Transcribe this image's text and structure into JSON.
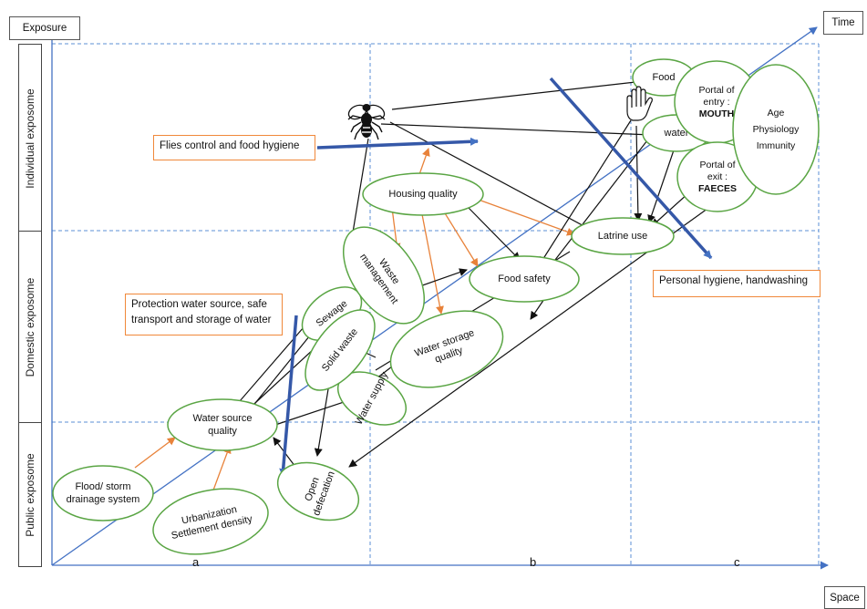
{
  "axes": {
    "y_title": "Exposure",
    "x_title": "Space",
    "z_title": "Time",
    "rows": [
      "Individual exposome",
      "Domestic exposome",
      "Public exposome"
    ],
    "columns": [
      "a",
      "b",
      "c"
    ]
  },
  "nodes": {
    "flood": [
      "Flood/ storm",
      "drainage system"
    ],
    "urban": [
      "Urbanization",
      "Settlement density"
    ],
    "water_source": [
      "Water source",
      "quality"
    ],
    "open_def": [
      "Open",
      "defecation"
    ],
    "water_supply": [
      "Water supply"
    ],
    "water_storage": [
      "Water storage",
      "quality"
    ],
    "sewage": [
      "Sewage"
    ],
    "solid_waste": [
      "Solid waste"
    ],
    "waste_mgmt": [
      "Waste",
      "management"
    ],
    "food_safety": [
      "Food safety"
    ],
    "housing": [
      "Housing quality"
    ],
    "latrine": [
      "Latrine use"
    ],
    "food": [
      "Food"
    ],
    "water": [
      "water"
    ],
    "portal_entry": [
      "Portal of",
      "entry :",
      "MOUTH"
    ],
    "portal_exit": [
      "Portal of",
      "exit :",
      "FAECES"
    ],
    "host": [
      "Age",
      "Physiology",
      "Immunity"
    ]
  },
  "interventions": {
    "flies": "Flies control and food hygiene",
    "water_protection": "Protection water source, safe transport and storage of water",
    "hygiene": "Personal hygiene, handwashing"
  },
  "colors": {
    "ellipse_stroke": "#5aa544",
    "orange_arrow": "#e8823a",
    "intervention_bar": "#3558a8",
    "axis": "#4472c4",
    "grid": "#5b8fd6"
  },
  "icons": [
    "fly-icon",
    "hand-icon"
  ]
}
